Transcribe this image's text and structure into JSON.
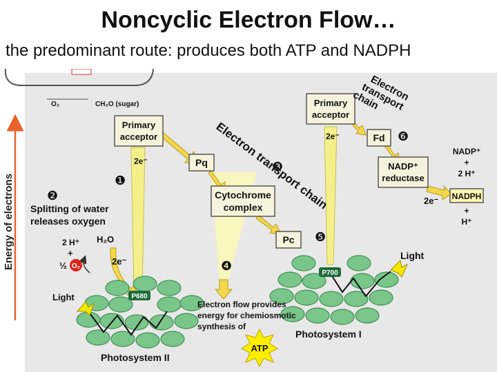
{
  "slide": {
    "title": "Noncyclic Electron Flow…",
    "subtitle": "the predominant route: produces both ATP and NADPH"
  },
  "colors": {
    "background": "#ffffff",
    "panel": "#e8e8e8",
    "box_fill": "#f6f3dc",
    "box_stroke": "#555555",
    "beam_yellow": "#f4ef8a",
    "arrow_yellow": "#f2d84a",
    "chlorophyll_green": "#7ac68a",
    "chlorophyll_edge": "#3f8d55",
    "energy_arrow": "#e8622a",
    "o2_red": "#d9261c",
    "atp_star": "#ffee00"
  },
  "diagram": {
    "top_inset": {
      "o2": "O₂",
      "sugar": "CH₂O (sugar)"
    },
    "energy_axis_label": "Energy of electrons",
    "photosystem_ii": {
      "label": "Photosystem II",
      "reaction_center": "P680",
      "primary_acceptor": "Primary acceptor",
      "electrons_out": "2e⁻",
      "electrons_in": "2e⁻",
      "light": "Light",
      "water": "H₂O",
      "hydrogen_ions": "2 H⁺",
      "plus": "+",
      "half": "½",
      "oxygen": "O₂"
    },
    "steps": {
      "step1": "❶",
      "step2": "❷",
      "step3": "❸",
      "step4": "❹",
      "step5": "❺",
      "step6": "❻"
    },
    "splitting_water": [
      "Splitting of water",
      "releases oxygen"
    ],
    "etc_main": {
      "label": "Electron transport chain",
      "pq": "Pq",
      "cytochrome": [
        "Cytochrome",
        "complex"
      ],
      "pc": "Pc"
    },
    "atp_note": [
      "Electron flow provides",
      "energy for chemiosmotic",
      "synthesis of"
    ],
    "atp": "ATP",
    "photosystem_i": {
      "label": "Photosystem I",
      "reaction_center": "P700",
      "primary_acceptor": "Primary acceptor",
      "electrons_out": "2e⁻",
      "light": "Light"
    },
    "etc_second": {
      "label": "Electron transport chain",
      "fd": "Fd"
    },
    "nadp_reductase": [
      "NADP⁺",
      "reductase"
    ],
    "inputs": [
      "NADP⁺",
      "+",
      "2 H⁺"
    ],
    "electrons_reductase": "2e⁻",
    "nadph": "NADPH",
    "outputs": [
      "+",
      "H⁺"
    ]
  }
}
